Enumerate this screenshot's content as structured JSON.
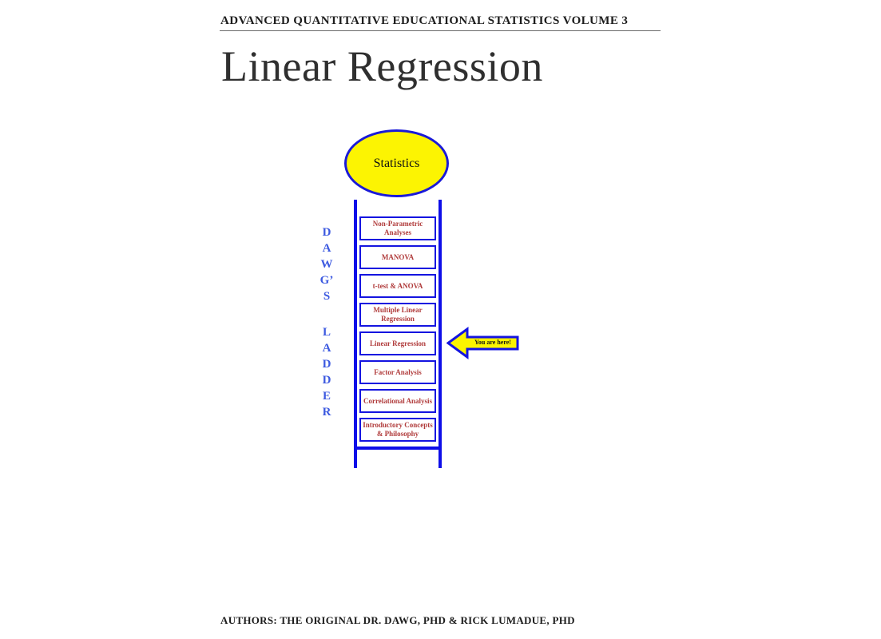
{
  "page": {
    "header": "ADVANCED QUANTITATIVE EDUCATIONAL STATISTICS VOLUME 3",
    "title": "Linear Regression",
    "footer": "AUTHORS: THE ORIGINAL DR. DAWG, PHD & RICK LUMADUE, PHD"
  },
  "diagram": {
    "top_node_label": "Statistics",
    "ladder_word_top": [
      "D",
      "A",
      "W",
      "G’",
      "S"
    ],
    "ladder_word_bottom": [
      "L",
      "A",
      "D",
      "D",
      "E",
      "R"
    ],
    "rungs": [
      "Non-Parametric Analyses",
      "MANOVA",
      "t-test & ANOVA",
      "Multiple Linear Regression",
      "Linear Regression",
      "Factor Analysis",
      "Correlational Analysis",
      "Introductory Concepts & Philosophy"
    ],
    "current_rung": "Linear Regression",
    "marker_label": "You are here!",
    "colors": {
      "rail_blue": "#0e0ee8",
      "box_border_blue": "#1414e0",
      "letter_blue": "#3d5ae0",
      "rung_text_red": "#b03b3b",
      "node_yellow": "#fcf402",
      "arrow_yellow": "#fbf400"
    }
  }
}
